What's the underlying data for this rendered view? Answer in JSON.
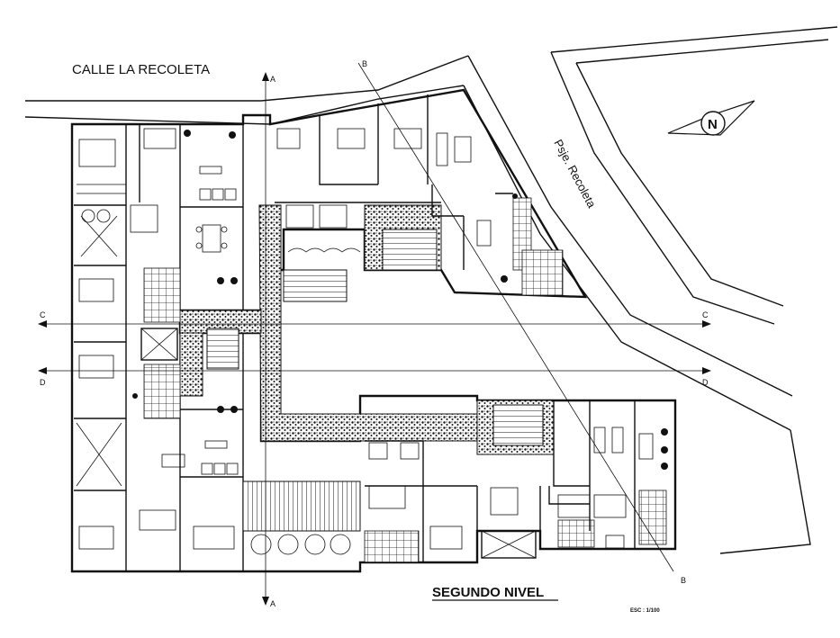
{
  "drawing": {
    "street_label": "CALLE LA RECOLETA",
    "passage_label": "Psje. Recoleta",
    "level_title": "SEGUNDO NIVEL",
    "scale_label": "ESC : 1/100",
    "north_label": "N"
  },
  "section_markers": {
    "a_top": "A",
    "a_bottom": "A",
    "b_top": "B",
    "b_bottom": "B",
    "c_left": "C",
    "c_right": "C",
    "d_left": "D",
    "d_right": "D"
  },
  "colors": {
    "line": "#111111",
    "background": "#ffffff"
  }
}
